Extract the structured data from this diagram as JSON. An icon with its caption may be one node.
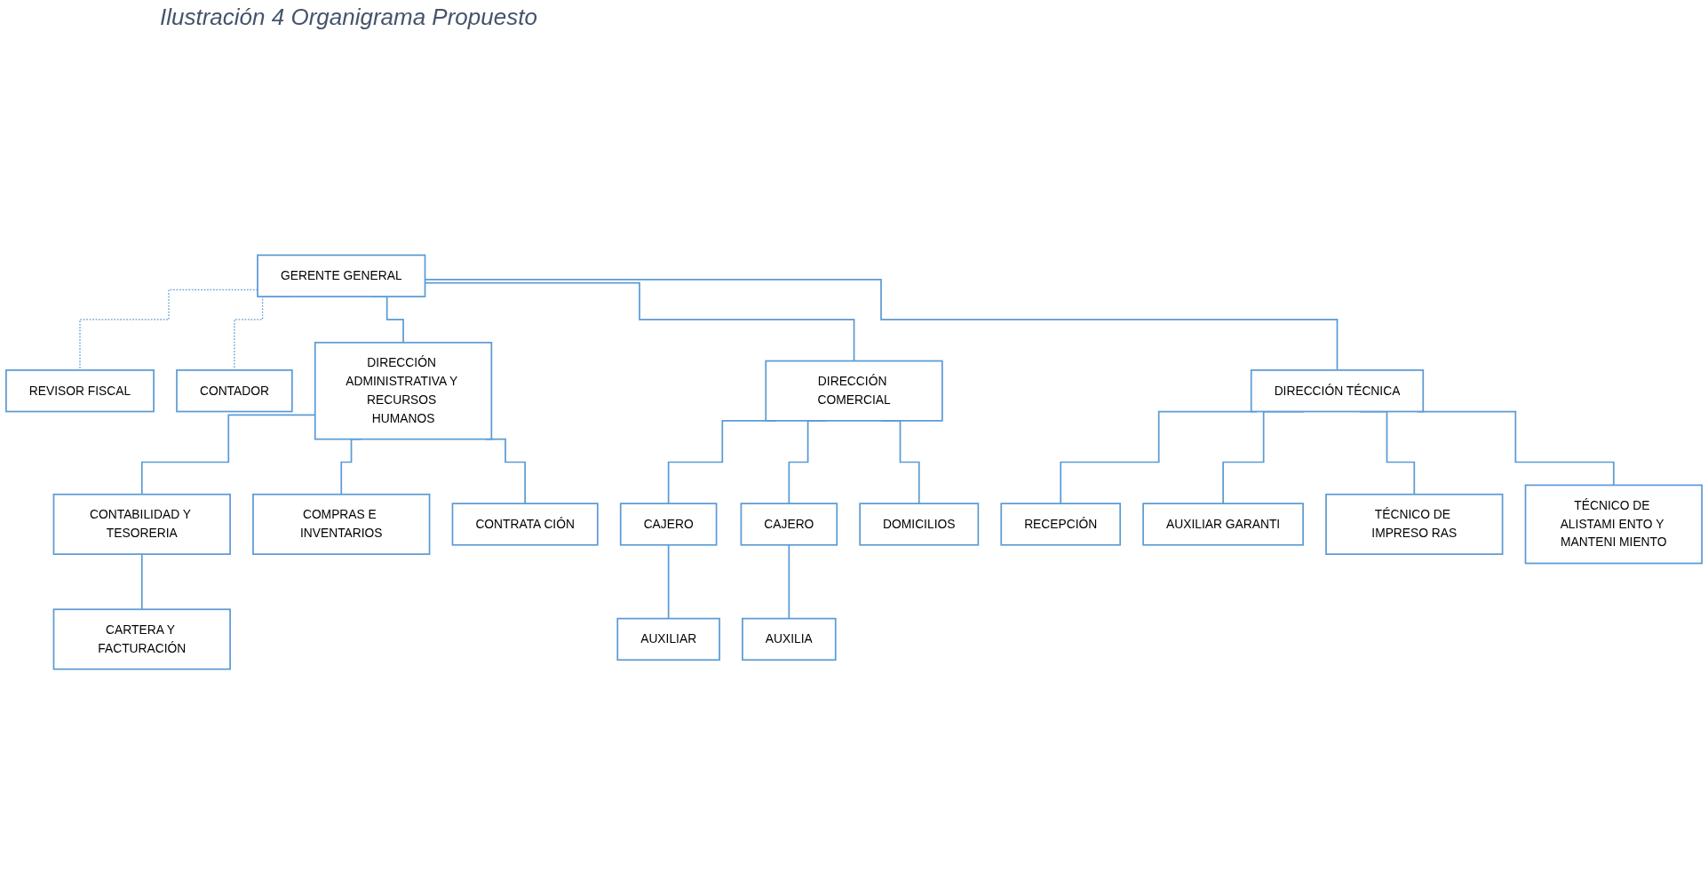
{
  "diagram": {
    "title": "Ilustración 4 Organigrama Propuesto",
    "nodes": [
      {
        "text": [
          "GERENTE GENERAL"
        ]
      },
      {
        "text": [
          "REVISOR FISCAL"
        ]
      },
      {
        "text": [
          "CONTADOR"
        ]
      },
      {
        "text": [
          "DIRECCIÓN ADMINISTRATIVA Y RECURSOS HUMANOS"
        ]
      },
      {
        "text": [
          "DIRECCIÓN COMERCIAL"
        ]
      },
      {
        "text": [
          "DIRECCIÓN TÉCNICA"
        ]
      },
      {
        "text": [
          "CONTABILIDAD Y TESORERIA"
        ]
      },
      {
        "text": [
          "COMPRAS E INVENTARIOS"
        ]
      },
      {
        "text": [
          "CONTRATA CIÓN"
        ]
      },
      {
        "text": [
          "CAJERO"
        ]
      },
      {
        "text": [
          "CAJERO"
        ]
      },
      {
        "text": [
          "RECEPCIÓN"
        ]
      },
      {
        "text": [
          "AUXILIAR GARANTI"
        ]
      },
      {
        "text": [
          "TÉCNICO DE IMPRESO RAS"
        ]
      },
      {
        "text": [
          "TÉCNICO DE ALISTAMI ENTO Y MANTENI MIENTO"
        ]
      },
      {
        "text": [
          "AUXILIAR"
        ]
      },
      {
        "text": [
          "AUXILIA"
        ]
      },
      {
        "text": [
          "DOMICILIOS"
        ]
      },
      {
        "text": [
          "CARTERA Y FACTURACIÓN"
        ]
      }
    ],
    "edges": [
      {
        "from": 0,
        "to": 1,
        "arrow": "none",
        "style": "dashed"
      },
      {
        "from": 0,
        "to": 2,
        "arrow": "none",
        "style": "dashed"
      },
      {
        "from": 0,
        "to": 3,
        "arrow": "none"
      },
      {
        "from": 0,
        "to": 4,
        "arrow": "none"
      },
      {
        "from": 0,
        "to": 5,
        "arrow": "none"
      },
      {
        "from": 3,
        "to": 6,
        "arrow": "none"
      },
      {
        "from": 3,
        "to": 7,
        "arrow": "none"
      },
      {
        "from": 3,
        "to": 8,
        "arrow": "none"
      },
      {
        "from": 4,
        "to": 9,
        "arrow": "none"
      },
      {
        "from": 4,
        "to": 10,
        "arrow": "none"
      },
      {
        "from": 4,
        "to": 17,
        "arrow": "none"
      },
      {
        "from": 5,
        "to": 11,
        "arrow": "none"
      },
      {
        "from": 5,
        "to": 12,
        "arrow": "none"
      },
      {
        "from": 5,
        "to": 13,
        "arrow": "none"
      },
      {
        "from": 5,
        "to": 14,
        "arrow": "none"
      },
      {
        "from": 9,
        "to": 15,
        "arrow": "none"
      },
      {
        "from": 10,
        "to": 16,
        "arrow": "none"
      },
      {
        "from": 6,
        "to": 18,
        "arrow": "none"
      }
    ]
  }
}
